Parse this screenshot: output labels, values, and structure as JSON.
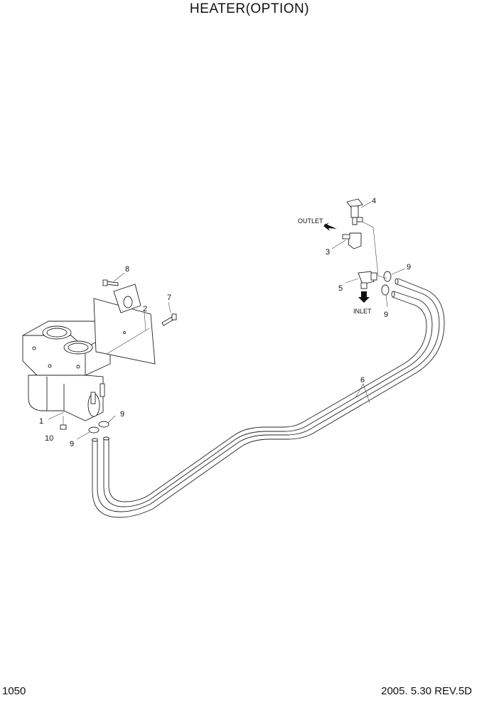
{
  "title": "HEATER(OPTION)",
  "footer": {
    "page_number": "1050",
    "revision": "2005. 5.30 REV.5D"
  },
  "labels": {
    "outlet": "OUTLET",
    "inlet": "INLET"
  },
  "callouts": [
    "1",
    "2",
    "3",
    "4",
    "5",
    "6",
    "7",
    "8",
    "9",
    "9",
    "9",
    "9",
    "10"
  ]
}
